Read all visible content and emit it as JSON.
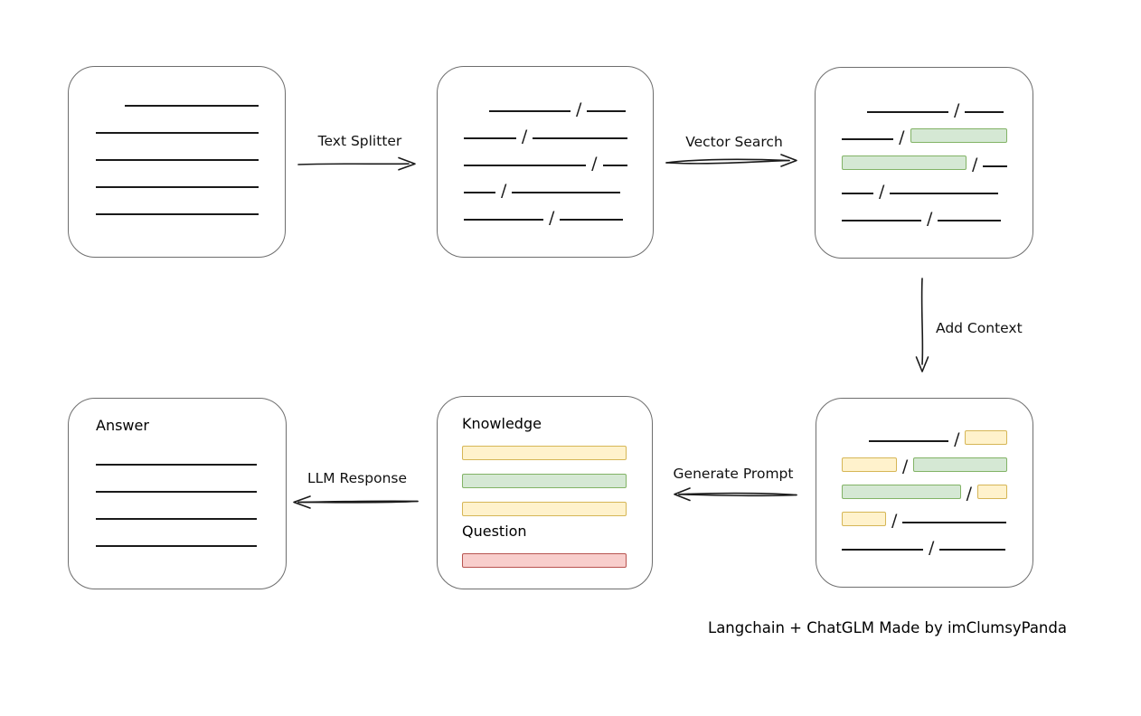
{
  "caption": "Langchain + ChatGLM Made by imClumsyPanda",
  "glyphs": {
    "slash": "/"
  },
  "colors": {
    "line": "#1a1a1a",
    "box_border": "#6e6e6e",
    "chips": {
      "green": {
        "fill": "#d5e8d4",
        "border": "#82b366"
      },
      "yellow": {
        "fill": "#fff2cc",
        "border": "#d6b656"
      },
      "red": {
        "fill": "#f8cecc",
        "border": "#b85450"
      }
    }
  },
  "arrows": {
    "text_splitter": {
      "label": "Text Splitter",
      "direction": "right"
    },
    "vector_search": {
      "label": "Vector Search",
      "direction": "right"
    },
    "add_context": {
      "label": "Add Context",
      "direction": "down"
    },
    "generate_prompt": {
      "label": "Generate Prompt",
      "direction": "left"
    },
    "llm_response": {
      "label": "LLM Response",
      "direction": "left"
    }
  },
  "boxes": {
    "document": {
      "rows": [
        [
          {
            "t": "line",
            "w": 150,
            "ind": 32
          }
        ],
        [
          {
            "t": "line",
            "w": 182
          }
        ],
        [
          {
            "t": "line",
            "w": 182
          }
        ],
        [
          {
            "t": "line",
            "w": 182
          }
        ],
        [
          {
            "t": "line",
            "w": 182
          }
        ]
      ]
    },
    "chunks": {
      "rows": [
        [
          {
            "t": "line",
            "w": 90,
            "ind": 28
          },
          {
            "t": "slash"
          },
          {
            "t": "line",
            "w": 43
          }
        ],
        [
          {
            "t": "line",
            "w": 58
          },
          {
            "t": "slash"
          },
          {
            "t": "line",
            "w": 105
          }
        ],
        [
          {
            "t": "line",
            "w": 138
          },
          {
            "t": "slash"
          },
          {
            "t": "line",
            "w": 28
          }
        ],
        [
          {
            "t": "line",
            "w": 35
          },
          {
            "t": "slash"
          },
          {
            "t": "line",
            "w": 120
          }
        ],
        [
          {
            "t": "line",
            "w": 88
          },
          {
            "t": "slash"
          },
          {
            "t": "line",
            "w": 70
          }
        ]
      ]
    },
    "matched_chunks": {
      "rows": [
        [
          {
            "t": "line",
            "w": 90,
            "ind": 28
          },
          {
            "t": "slash"
          },
          {
            "t": "line",
            "w": 43
          }
        ],
        [
          {
            "t": "line",
            "w": 58
          },
          {
            "t": "slash"
          },
          {
            "t": "chip",
            "c": "green",
            "w": 107
          }
        ],
        [
          {
            "t": "chip",
            "c": "green",
            "w": 138
          },
          {
            "t": "slash"
          },
          {
            "t": "line",
            "w": 27
          }
        ],
        [
          {
            "t": "line",
            "w": 35
          },
          {
            "t": "slash"
          },
          {
            "t": "line",
            "w": 120
          }
        ],
        [
          {
            "t": "line",
            "w": 88
          },
          {
            "t": "slash"
          },
          {
            "t": "line",
            "w": 70
          }
        ]
      ]
    },
    "context_chunks": {
      "rows": [
        [
          {
            "t": "line",
            "w": 93,
            "ind": 30
          },
          {
            "t": "slash"
          },
          {
            "t": "chip",
            "c": "yellow",
            "w": 47
          }
        ],
        [
          {
            "t": "chip",
            "c": "yellow",
            "w": 62
          },
          {
            "t": "slash"
          },
          {
            "t": "chip",
            "c": "green",
            "w": 107
          }
        ],
        [
          {
            "t": "chip",
            "c": "green",
            "w": 138
          },
          {
            "t": "slash"
          },
          {
            "t": "chip",
            "c": "yellow",
            "w": 33
          }
        ],
        [
          {
            "t": "chip",
            "c": "yellow",
            "w": 47
          },
          {
            "t": "slash"
          },
          {
            "t": "line",
            "w": 115
          }
        ],
        [
          {
            "t": "line",
            "w": 90
          },
          {
            "t": "slash"
          },
          {
            "t": "line",
            "w": 73
          }
        ]
      ]
    },
    "prompt": {
      "knowledge_label": "Knowledge",
      "question_label": "Question",
      "knowledge_rows": [
        [
          {
            "t": "chip",
            "c": "yellow",
            "w": 182
          }
        ],
        [
          {
            "t": "chip",
            "c": "green",
            "w": 182
          }
        ],
        [
          {
            "t": "chip",
            "c": "yellow",
            "w": 182
          }
        ]
      ],
      "question_rows": [
        [
          {
            "t": "chip",
            "c": "red",
            "w": 181
          }
        ]
      ]
    },
    "answer": {
      "label": "Answer",
      "rows": [
        [
          {
            "t": "line",
            "w": 178
          }
        ],
        [
          {
            "t": "line",
            "w": 178
          }
        ],
        [
          {
            "t": "line",
            "w": 178
          }
        ],
        [
          {
            "t": "line",
            "w": 178
          }
        ]
      ]
    }
  }
}
